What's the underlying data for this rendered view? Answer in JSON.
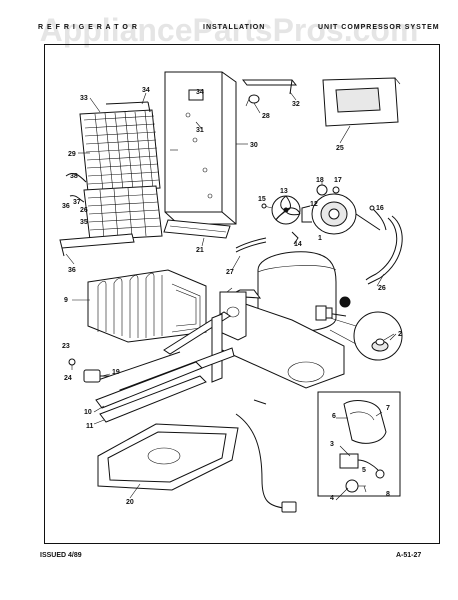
{
  "watermark": "AppliancePartsPros.com",
  "header": {
    "left": "R E F R I G E R A T O R",
    "center": "INSTALLATION",
    "right": "UNIT COMPRESSOR SYSTEM"
  },
  "footer": {
    "issued": "ISSUED 4/89",
    "code": "A-51-27"
  },
  "callouts": {
    "c1": "1",
    "c2": "2",
    "c3": "3",
    "c4": "4",
    "c5": "5",
    "c6": "6",
    "c7": "7",
    "c8": "8",
    "c9": "9",
    "c10": "10",
    "c11": "11",
    "c12": "12",
    "c13": "13",
    "c14": "14",
    "c15": "15",
    "c16": "16",
    "c17": "17",
    "c18": "18",
    "c19": "19",
    "c20": "20",
    "c21": "21",
    "c23": "23",
    "c24": "24",
    "c25": "25",
    "c26a": "26",
    "c26b": "26",
    "c27": "27",
    "c28": "28",
    "c29": "29",
    "c30": "30",
    "c31": "31",
    "c32": "32",
    "c33": "33",
    "c34": "34",
    "c35": "35",
    "c36a": "36",
    "c36b": "36",
    "c37": "37",
    "c38": "38"
  }
}
